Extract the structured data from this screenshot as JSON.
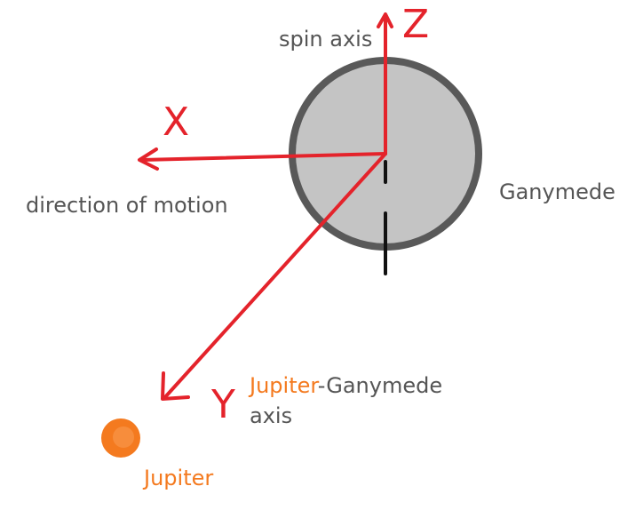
{
  "colors": {
    "axis_red": "#e4232b",
    "label_grey": "#555555",
    "jupiter_orange": "#f47a1f",
    "ganymede_fill": "#c4c4c4",
    "ganymede_outline": "#595959"
  },
  "axes": {
    "z": {
      "letter": "Z",
      "caption": "spin axis"
    },
    "x": {
      "letter": "X",
      "caption": "direction of motion"
    },
    "y": {
      "letter": "Y",
      "caption_highlight": "Jupiter",
      "caption_rest": "-Ganymede",
      "caption_line2": "axis"
    }
  },
  "bodies": {
    "ganymede": {
      "name": "Ganymede"
    },
    "jupiter": {
      "name": "Jupiter"
    }
  }
}
